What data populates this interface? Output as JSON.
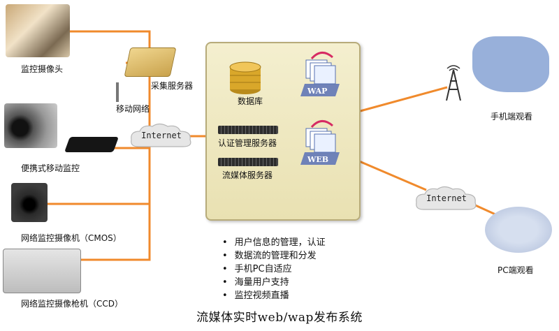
{
  "title": "流媒体实时web/wap发布系统",
  "labels": {
    "camera": "监控摄像头",
    "collect_server": "采集服务器",
    "mobile_network": "移动网络",
    "portable_monitor": "便携式移动监控",
    "cmos_camera": "网络监控摄像机（CMOS）",
    "ccd_camera": "网络监控摄像枪机（CCD）",
    "database": "数据库",
    "auth_server": "认证管理服务器",
    "stream_server": "流媒体服务器",
    "wap": "WAP",
    "web": "WEB",
    "internet_left": "Internet",
    "internet_right": "Internet",
    "mobile_view": "手机端观看",
    "pc_view": "PC端观看"
  },
  "features": [
    "用户信息的管理，认证",
    "数据流的管理和分发",
    "手机PC自适应",
    "海量用户支持",
    "监控视频直播"
  ],
  "colors": {
    "link": "#f08a2c",
    "panel": "#efe8c4",
    "database": "#d9a72a"
  }
}
